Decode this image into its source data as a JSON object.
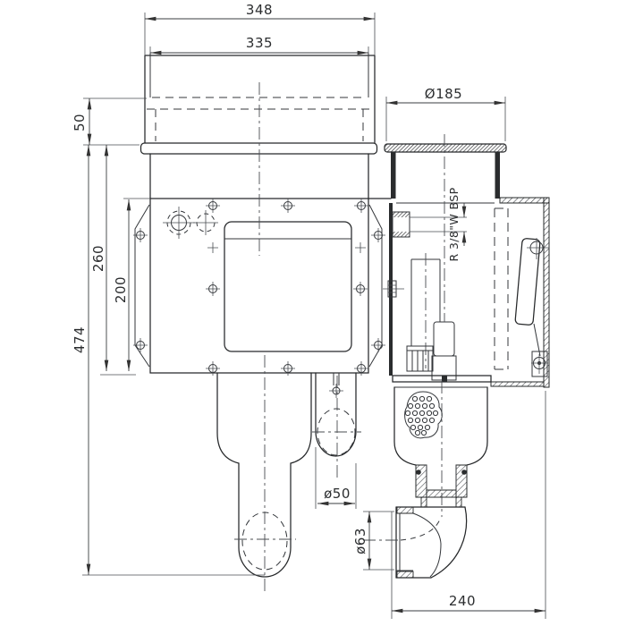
{
  "drawing": {
    "kind": "technical dimension drawing, front and side orthographic views",
    "background": "#ffffff",
    "line_color": "#26282a",
    "dim_color": "#3a3d40",
    "text_color": "#2b2d2f"
  },
  "labels": {
    "width_outer": "348",
    "width_inner": "335",
    "lip_depth": "50",
    "plate_opening_height": "260",
    "window_height": "200",
    "overall_height": "474",
    "drain_diameter": "ø50",
    "lid_diameter": "Ø185",
    "thread_spec": "R 3/8\"W BSP",
    "elbow_bore_diameter": "ø63",
    "body_depth": "240"
  }
}
